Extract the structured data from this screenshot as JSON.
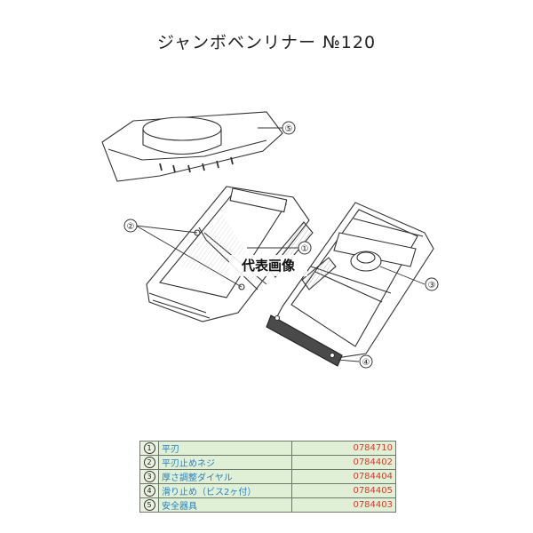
{
  "header": {
    "title": "ジャンボベンリナー №120"
  },
  "watermark": {
    "text": "代表画像"
  },
  "callouts": [
    "①",
    "②",
    "③",
    "④",
    "⑤"
  ],
  "parts": [
    {
      "num": "1",
      "name": "平刃",
      "code": "0784710"
    },
    {
      "num": "2",
      "name": "平刃止めネジ",
      "code": "0784402"
    },
    {
      "num": "3",
      "name": "厚さ調整ダイヤル",
      "code": "0784404"
    },
    {
      "num": "4",
      "name": "滑り止め（ビス2ヶ付）",
      "code": "0784405"
    },
    {
      "num": "5",
      "name": "安全器具",
      "code": "0784403"
    }
  ]
}
